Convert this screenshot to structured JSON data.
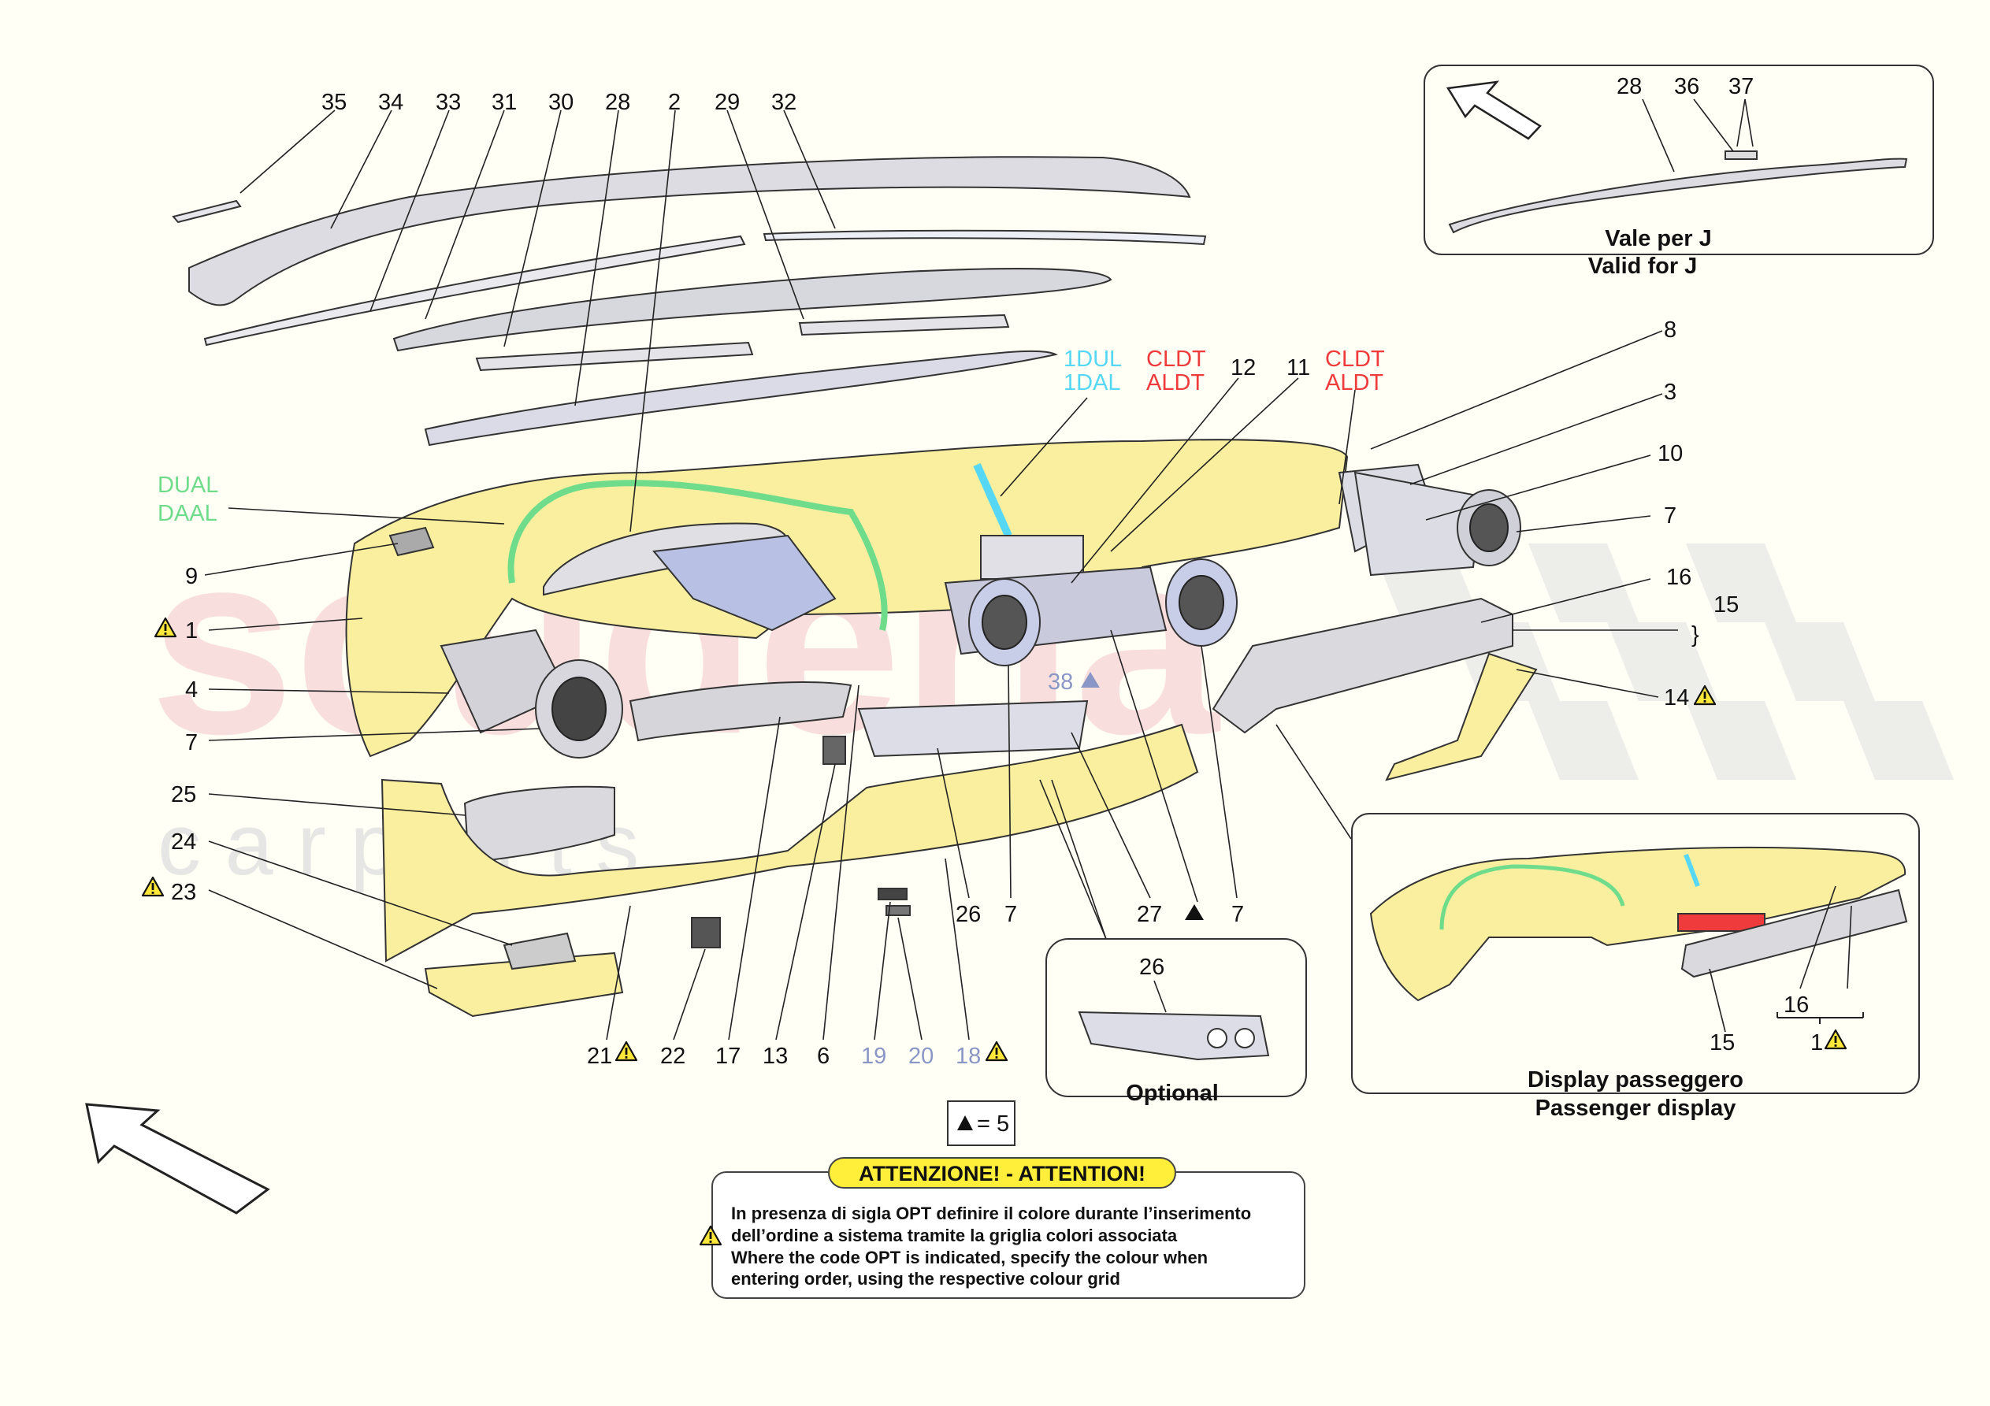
{
  "watermark": {
    "main": "scuderia",
    "sub": "c a r p a r t s"
  },
  "callouts": {
    "c35": "35",
    "c34": "34",
    "c33": "33",
    "c31": "31",
    "c30": "30",
    "c28": "28",
    "c2": "2",
    "c29": "29",
    "c32": "32",
    "c8": "8",
    "c3": "3",
    "c10": "10",
    "c7r": "7",
    "c16": "16",
    "c15": "15",
    "c14": "14",
    "c12": "12",
    "c11": "11",
    "c9": "9",
    "c1": "1",
    "c4": "4",
    "c7l": "7",
    "c25": "25",
    "c24": "24",
    "c23": "23",
    "c21": "21",
    "c22": "22",
    "c17": "17",
    "c13": "13",
    "c6": "6",
    "c19": "19",
    "c20": "20",
    "c18": "18",
    "c26": "26",
    "c7a": "7",
    "c27": "27",
    "c7b": "7",
    "c38": "38"
  },
  "color_codes": {
    "dual": "DUAL",
    "daal": "DAAL",
    "dul": "1DUL",
    "dal": "1DAL",
    "cldt1": "CLDT",
    "aldt1": "ALDT",
    "cldt2": "CLDT",
    "aldt2": "ALDT"
  },
  "inset_valid": {
    "c28": "28",
    "c36": "36",
    "c37": "37",
    "line1": "Vale per J",
    "line2": "Valid for J"
  },
  "inset_optional": {
    "c26": "26",
    "label": "Optional"
  },
  "inset_passenger": {
    "c15": "15",
    "c16": "16",
    "c1": "1",
    "line1": "Display passeggero",
    "line2": "Passenger display"
  },
  "qty_note": "= 5",
  "warning": {
    "title": "ATTENZIONE! - ATTENTION!",
    "it1": "In presenza di sigla OPT definire il colore durante l’inserimento",
    "it2": "dell’ordine a sistema tramite la griglia colori associata",
    "en1": "Where the code OPT is indicated, specify the colour when",
    "en2": "entering order, using the respective colour grid"
  },
  "colors": {
    "background": "#fffff5",
    "dash_yellow": "#f9ef9f",
    "trim_grey": "#d9d9de",
    "accent_green": "#6fdc8c",
    "accent_cyan": "#56d8f5",
    "accent_red": "#ef3b3b",
    "accent_blue": "#8fa0cf",
    "warn_yellow": "#ffef3a"
  }
}
